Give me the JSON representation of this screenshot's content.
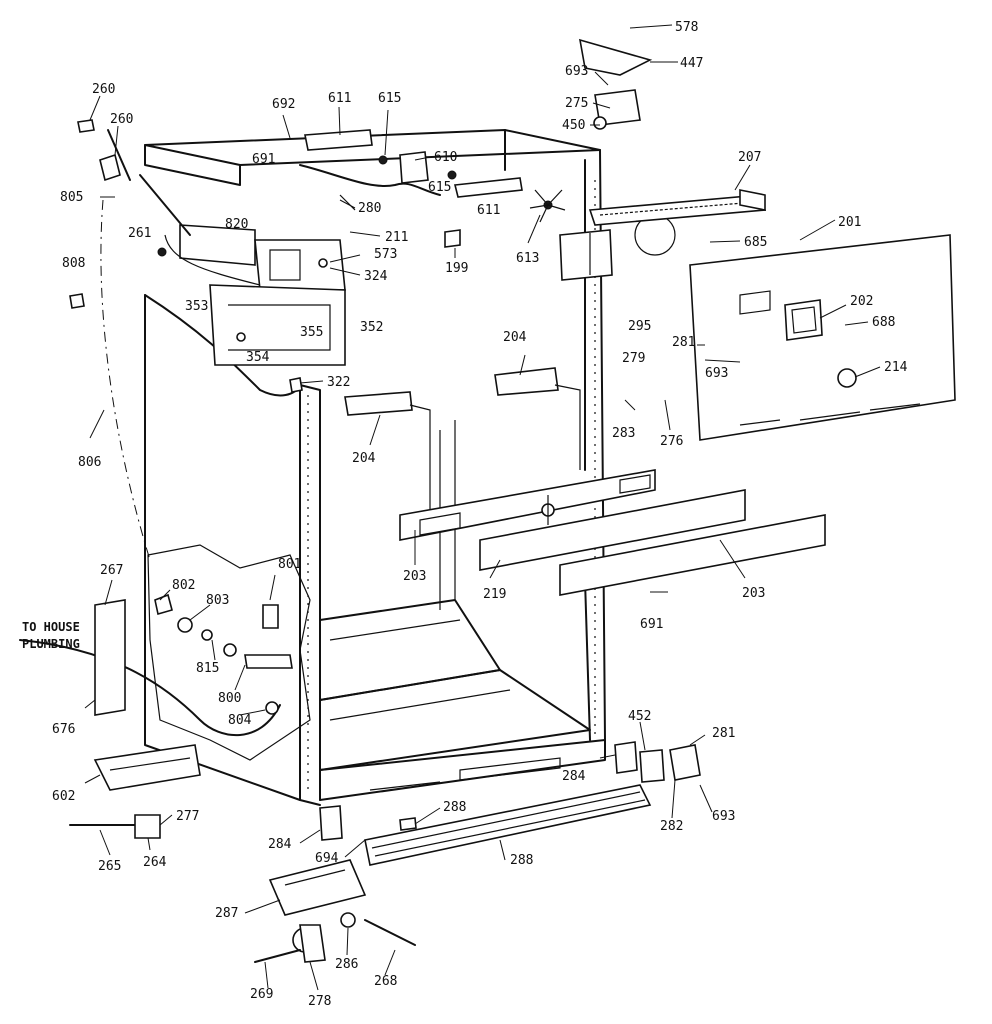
{
  "diagram": {
    "note_line1": "TO HOUSE",
    "note_line2": "PLUMBING",
    "callouts": [
      "578",
      "447",
      "693",
      "275",
      "450",
      "260",
      "260",
      "692",
      "611",
      "615",
      "691",
      "610",
      "615",
      "611",
      "207",
      "805",
      "261",
      "820",
      "280",
      "211",
      "573",
      "324",
      "199",
      "613",
      "685",
      "201",
      "808",
      "353",
      "355",
      "352",
      "354",
      "202",
      "688",
      "295",
      "281",
      "279",
      "693",
      "214",
      "322",
      "204",
      "283",
      "276",
      "204",
      "806",
      "203",
      "219",
      "203",
      "691",
      "267",
      "802",
      "801",
      "803",
      "815",
      "800",
      "804",
      "676",
      "602",
      "277",
      "265",
      "264",
      "452",
      "281",
      "284",
      "282",
      "693",
      "288",
      "284",
      "694",
      "288",
      "287",
      "286",
      "268",
      "269",
      "278"
    ]
  }
}
